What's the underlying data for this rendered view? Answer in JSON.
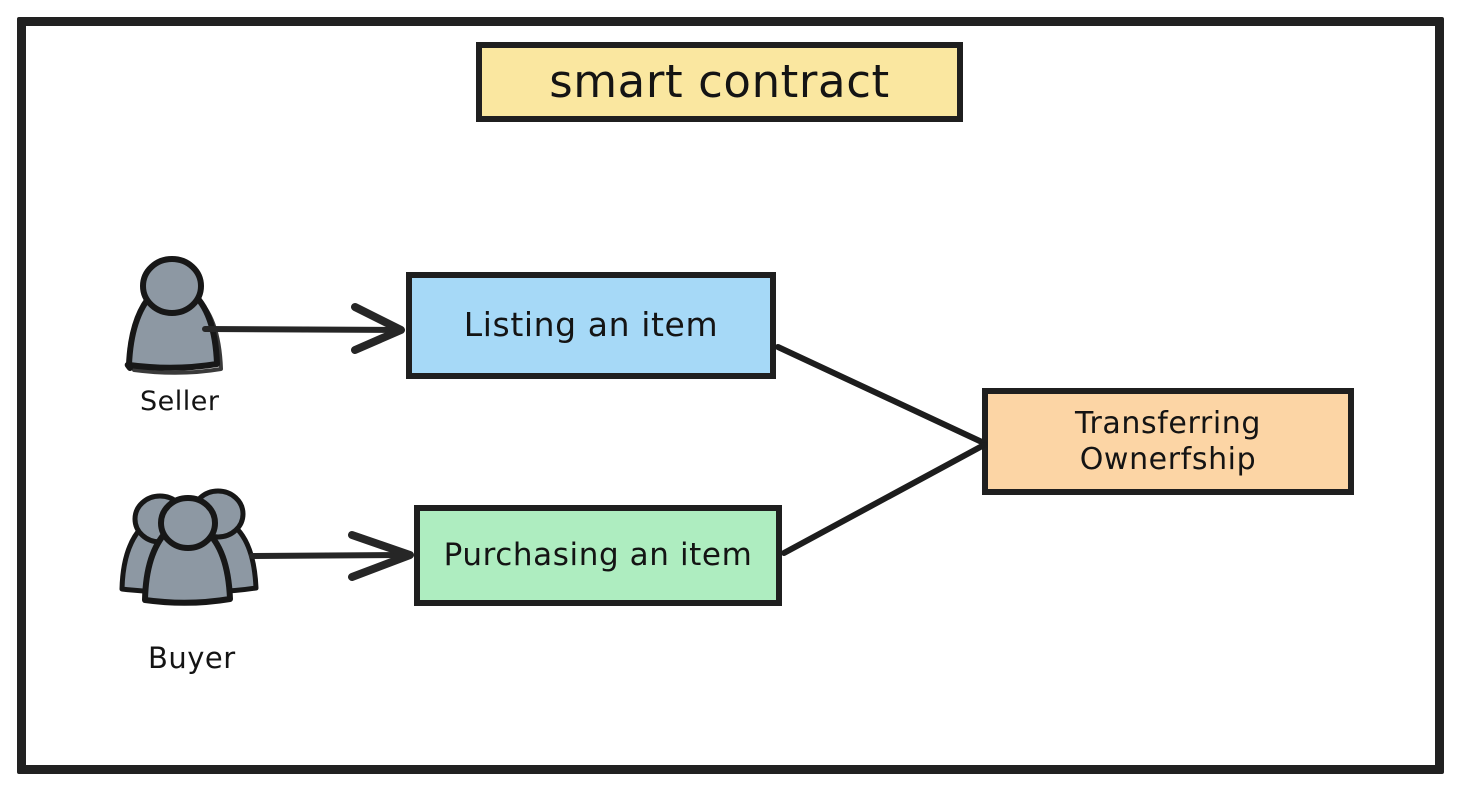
{
  "diagram": {
    "title_box": {
      "label": "smart contract",
      "fill": "#fae7a0",
      "stroke": "#1f1f1f"
    },
    "nodes": [
      {
        "id": "listing",
        "label": "Listing an item",
        "fill": "#a6d9f7",
        "stroke": "#1f1f1f"
      },
      {
        "id": "purchasing",
        "label": "Purchasing an item",
        "fill": "#aeedc0",
        "stroke": "#1f1f1f"
      },
      {
        "id": "transfer",
        "label": "Transferring\nOwnerfship",
        "fill": "#fcd5a5",
        "stroke": "#1f1f1f"
      }
    ],
    "actors": [
      {
        "id": "seller",
        "label": "Seller",
        "icon": "single-person-icon",
        "fill": "#8d98a3",
        "stroke": "#171717"
      },
      {
        "id": "buyer",
        "label": "Buyer",
        "icon": "group-of-people-icon",
        "fill": "#8d98a3",
        "stroke": "#171717"
      }
    ],
    "connectors": [
      {
        "id": "seller-to-listing",
        "from": "seller",
        "to": "listing",
        "style": "arrow"
      },
      {
        "id": "buyer-to-purchasing",
        "from": "buyer",
        "to": "purchasing",
        "style": "arrow"
      },
      {
        "id": "listing-to-transfer",
        "from": "listing",
        "to": "transfer",
        "style": "line"
      },
      {
        "id": "purchasing-to-transfer",
        "from": "purchasing",
        "to": "transfer",
        "style": "line"
      }
    ],
    "frame": {
      "stroke": "#212121"
    },
    "background": "#ffffff"
  }
}
